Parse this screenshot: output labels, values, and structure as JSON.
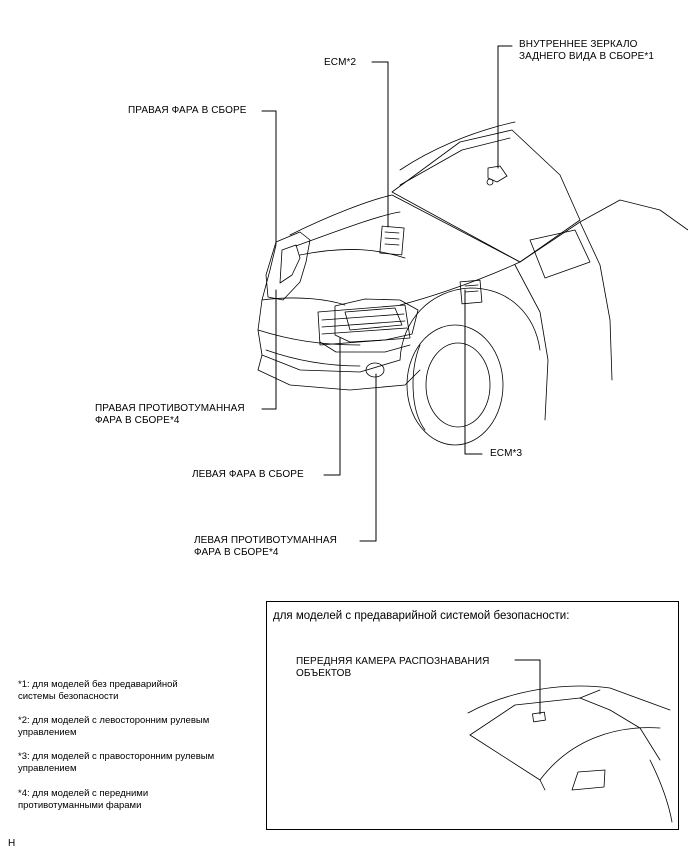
{
  "labels": {
    "mirror": "ВНУТРЕННЕЕ ЗЕРКАЛО\nЗАДНЕГО ВИДА В СБОРЕ*1",
    "ecm2": "ECM*2",
    "right_headlamp": "ПРАВАЯ ФАРА В СБОРЕ",
    "right_fog": "ПРАВАЯ ПРОТИВОТУМАННАЯ\nФАРА В СБОРЕ*4",
    "left_headlamp": "ЛЕВАЯ ФАРА В СБОРЕ",
    "left_fog": "ЛЕВАЯ ПРОТИВОТУМАННАЯ\nФАРА В СБОРЕ*4",
    "ecm3": "ECM*3"
  },
  "inset": {
    "title": "для моделей с предаварийной системой безопасности:",
    "camera_label": "ПЕРЕДНЯЯ КАМЕРА РАСПОЗНАВАНИЯ\nОБЪЕКТОВ"
  },
  "notes": [
    "*1: для моделей без предаварийной\nсистемы безопасности",
    "*2: для моделей с левосторонним рулевым\nуправлением",
    "*3: для моделей с правосторонним рулевым\nуправлением",
    "*4: для моделей с передними\nпротивотуманными фарами"
  ],
  "figure_code": "H"
}
